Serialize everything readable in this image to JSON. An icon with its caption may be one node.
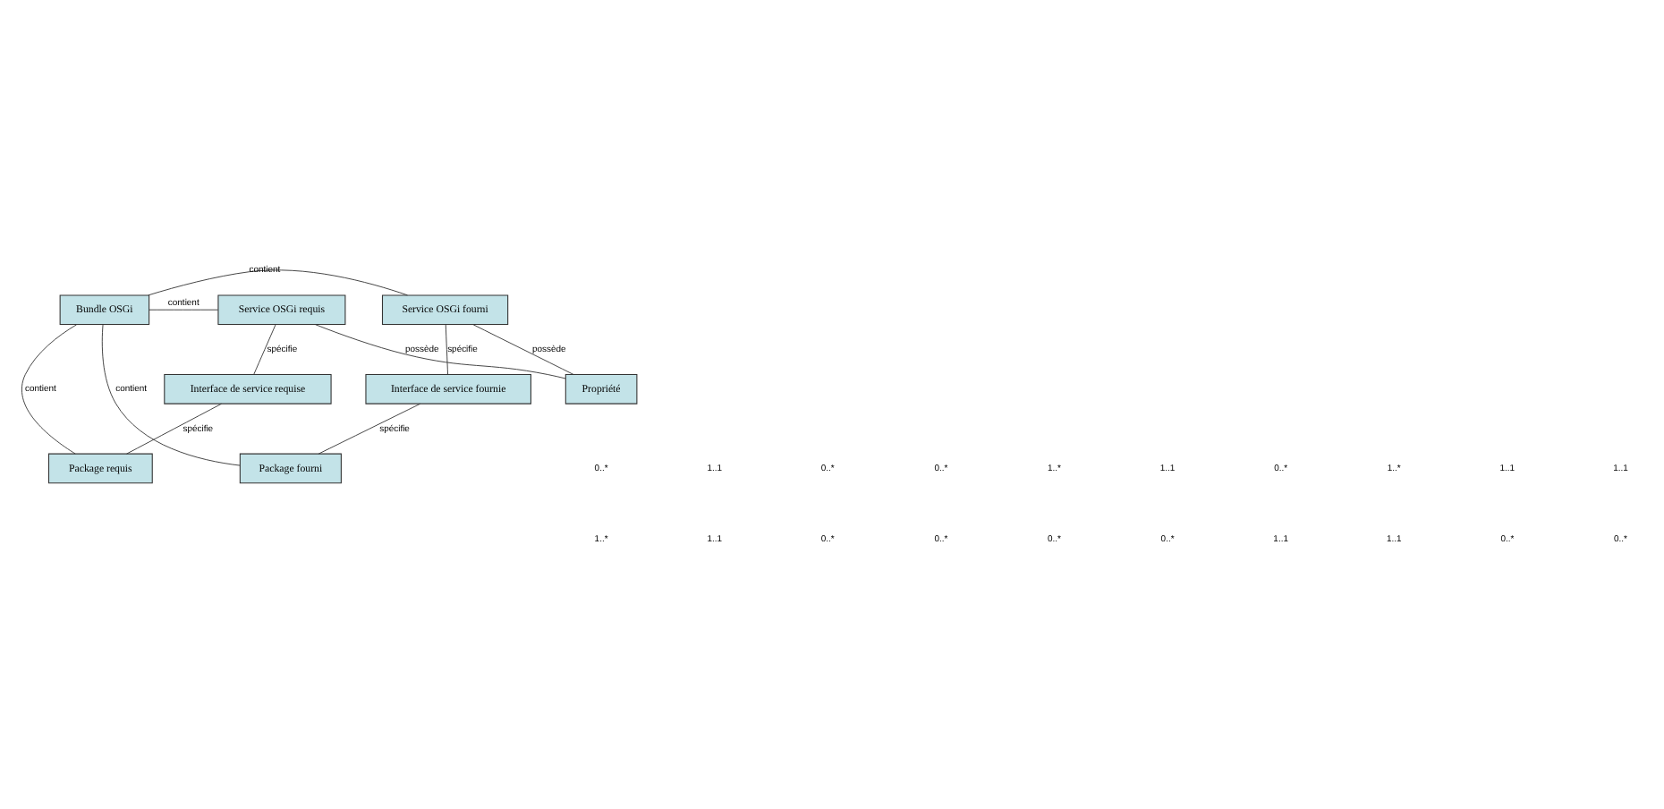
{
  "diagram": {
    "nodes": [
      {
        "text": [
          "Service OSGi fourni"
        ]
      },
      {
        "text": [
          "Bundle OSGi"
        ]
      },
      {
        "text": [
          "Service OSGi requis"
        ]
      },
      {
        "text": [
          "Interface de service fournie"
        ]
      },
      {
        "text": [
          "Interface de service requise"
        ]
      },
      {
        "text": [
          "Package fourni"
        ]
      },
      {
        "text": [
          "Package requis"
        ]
      },
      {
        "text": [
          "Propriété"
        ]
      }
    ],
    "edges": [
      {
        "from": 1,
        "to": 0,
        "arrow": "none",
        "label": "contient"
      },
      {
        "from": 1,
        "to": 2,
        "arrow": "none",
        "label": "contient"
      },
      {
        "from": 0,
        "to": 3,
        "arrow": "none",
        "label": "spécifie"
      },
      {
        "from": 2,
        "to": 4,
        "arrow": "none",
        "label": "spécifie"
      },
      {
        "from": 1,
        "to": 5,
        "arrow": "none",
        "label": "contient"
      },
      {
        "from": 1,
        "to": 6,
        "arrow": "none",
        "label": "contient"
      },
      {
        "from": 3,
        "to": 5,
        "arrow": "none",
        "label": "spécifie"
      },
      {
        "from": 4,
        "to": 6,
        "arrow": "none",
        "label": "spécifie"
      },
      {
        "from": 0,
        "to": 7,
        "arrow": "none",
        "label": "possède"
      },
      {
        "from": 2,
        "to": 7,
        "arrow": "none",
        "label": "possède"
      }
    ],
    "labels": [
      "0..*",
      "1..1",
      "0..*",
      "0..*",
      "1..*",
      "1..1",
      "0..*",
      "1..*",
      "1..1",
      "1..1",
      "1..*",
      "1..1",
      "0..*",
      "0..*",
      "0..*",
      "0..*",
      "1..1",
      "1..1",
      "0..*",
      "0..*"
    ]
  }
}
